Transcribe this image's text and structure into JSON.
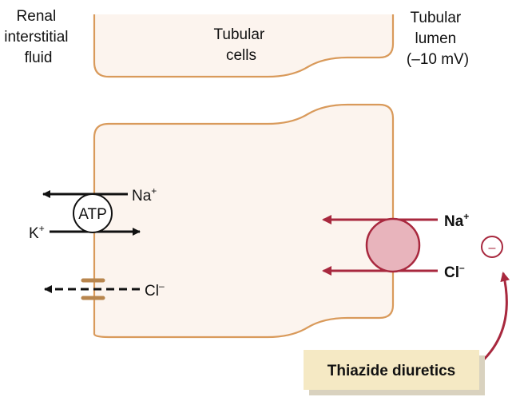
{
  "labels": {
    "renal_interstitial_fluid": [
      "Renal",
      "interstitial",
      "fluid"
    ],
    "tubular_cells": [
      "Tubular",
      "cells"
    ],
    "tubular_lumen": [
      "Tubular",
      "lumen",
      "(–10 mV)"
    ]
  },
  "basolateral": {
    "pump_label": "ATP",
    "na_label": "Na",
    "na_sup": "+",
    "k_label": "K",
    "k_sup": "+",
    "cl_label": "Cl",
    "cl_sup": "–"
  },
  "luminal": {
    "na_label": "Na",
    "na_sup": "+",
    "cl_label": "Cl",
    "cl_sup": "–"
  },
  "drug": {
    "label": "Thiazide diuretics",
    "inhibition_symbol": "–"
  },
  "colors": {
    "cell_outline": "#d99a5b",
    "cell_fill": "#fcf4ee",
    "transporter_fill": "#e8b4bc",
    "transporter_outline": "#a8283e",
    "luminal_arrow": "#a8283e",
    "drug_box_fill": "#f5e9c4",
    "drug_box_shadow": "#d9d2bf",
    "channel": "#b8864e"
  },
  "icons": [
    "atp-pump-icon",
    "cotransporter-icon",
    "chloride-channel-icon",
    "inhibition-icon"
  ]
}
